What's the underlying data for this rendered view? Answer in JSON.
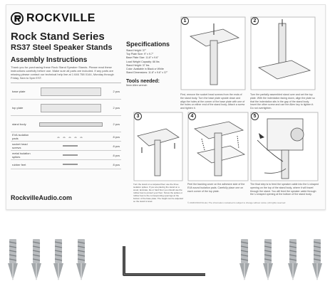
{
  "brand": "ROCKVILLE",
  "series_title": "Rock Stand Series",
  "series_subtitle": "RS37 Steel Speaker Stands",
  "assembly_title": "Assembly Instructions",
  "intro_text": "Thank you for purchasing these Rock Stand Speaker Stands. Please read these instructions carefully before use. Make sure all parts are included. If any parts are missing please contact our technical help line at 1 646 758 0144, Monday through Friday, 9am to 5pm EST.",
  "parts": [
    {
      "name": "base plate",
      "qty": "2 pcs"
    },
    {
      "name": "top plate",
      "qty": "2 pcs"
    },
    {
      "name": "stand body",
      "qty": "2 pcs"
    },
    {
      "name": "EVA isolation pads",
      "qty": "8 pcs"
    },
    {
      "name": "socket head screws",
      "qty": "8 pcs"
    },
    {
      "name": "metal isolation spikes",
      "qty": "8 pcs"
    },
    {
      "name": "rubber feet",
      "qty": "8 pcs"
    }
  ],
  "website": "RockvilleAudio.com",
  "specs_title": "Specifications",
  "specs": [
    "Stand Height: 37\"",
    "Top Plate Size: 9\" x 9.7\"",
    "Base Plate Size: 11.8\" x 9.6\"",
    "Load Weight Capacity: 66 lbs",
    "Stand Height: 37 lbs",
    "Color: Available in Black or White",
    "Stand Dimensions: 11.8\" x 9.6\" x 37\""
  ],
  "tools_title": "Tools needed:",
  "tools": [
    "5mm Allen wrench"
  ],
  "steps": [
    {
      "num": "1",
      "text": "First, remove the socket head screws from the ends of the stand body. Turn the base plate upside down and align the holes at the corner of the base plate with one of the holes on either end of the stand body. Attach a screw and tighten it."
    },
    {
      "num": "2",
      "text": "Turn the partially assembled stand over and set the top plate. With the indentation facing down, align the plate so that the indentation sits in the gap of the stand body. Insert the other screw and use the Allen key to tighten it. Do not overtighten."
    },
    {
      "num": "3",
      "text": "Turn the stand on a carpeted floor use the three isolation spikes. If you are placing the stand on a wood, laminate, tile or hard floor you should use the rubber feet to protect your floor. Screw the spikes or rubber feet to the corresponding openings at the bottom of the base plate. The height can be adjusted so the stand is level."
    },
    {
      "num": "4",
      "text": "Peel the backing cover on the adhesive side of the EVA sound isolation pads. Carefully place one on each corner of the top plate."
    },
    {
      "num": "5",
      "text": "The final step is to feed the speaker cable into the U-shaped opening on the top of the stand body, where it will travel through the stand. You will feed the speaker cable through the U-shaped opening at the bottom of the stand body."
    }
  ],
  "footer_note": "© 2018 ROCKVILLE | The information contained is subject to change without notice | All rights reserved"
}
